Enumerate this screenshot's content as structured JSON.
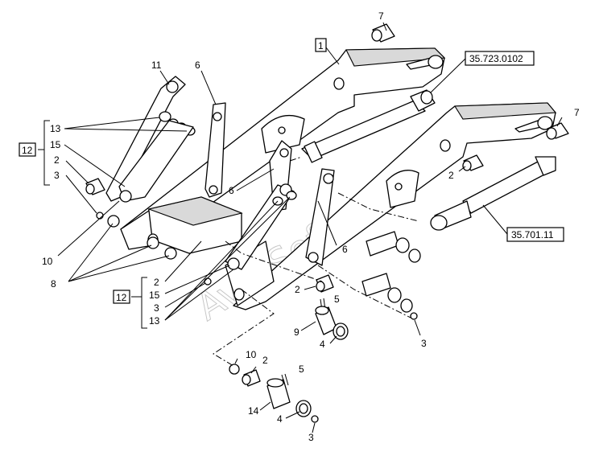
{
  "labels": {
    "n1": "1",
    "n2a": "2",
    "n2b": "2",
    "n2c": "2",
    "n2d": "2",
    "n2e": "2",
    "n3a": "3",
    "n3b": "3",
    "n3c": "3",
    "n3d": "3",
    "n4a": "4",
    "n4b": "4",
    "n5a": "5",
    "n5b": "5",
    "n6a": "6",
    "n6b": "6",
    "n6c": "6",
    "n7a": "7",
    "n7b": "7",
    "n8": "8",
    "n9": "9",
    "n10a": "10",
    "n10b": "10",
    "n11": "11",
    "n12a": "12",
    "n12b": "12",
    "n13a": "13",
    "n13b": "13",
    "n14": "14",
    "n15a": "15",
    "n15b": "15"
  },
  "references": {
    "cylinder_top": "35.723.0102",
    "cylinder_right": "35.701.11"
  },
  "watermark": "AvtoSoft"
}
